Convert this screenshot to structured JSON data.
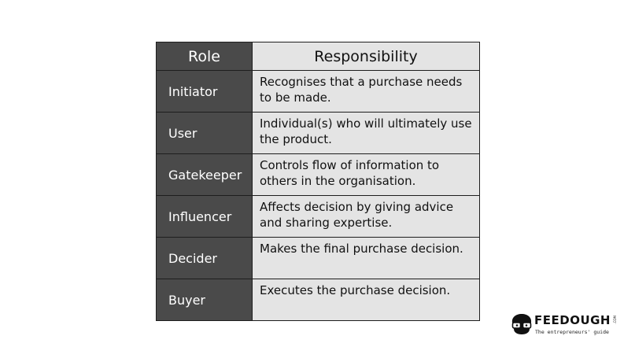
{
  "table": {
    "headers": {
      "role": "Role",
      "responsibility": "Responsibility"
    },
    "rows": [
      {
        "role": "Initiator",
        "responsibility": "Recognises that a purchase needs to be made."
      },
      {
        "role": "User",
        "responsibility": "Individual(s) who will ultimately use the product."
      },
      {
        "role": "Gatekeeper",
        "responsibility": "Controls flow of information to others in the organisation."
      },
      {
        "role": "Influencer",
        "responsibility": "Affects decision by giving advice and sharing expertise."
      },
      {
        "role": "Decider",
        "responsibility": "Makes the final purchase decision."
      },
      {
        "role": "Buyer",
        "responsibility": "Executes the purchase decision."
      }
    ]
  },
  "brand": {
    "name": "FEEDOUGH",
    "suffix": ".COM",
    "tagline": "The entrepreneurs' guide"
  },
  "colors": {
    "role_column": "#4a4a4a",
    "responsibility_column": "#e4e4e4",
    "border": "#1e1e1e"
  },
  "icons": {
    "logo_mark": "face-with-glasses-icon"
  }
}
